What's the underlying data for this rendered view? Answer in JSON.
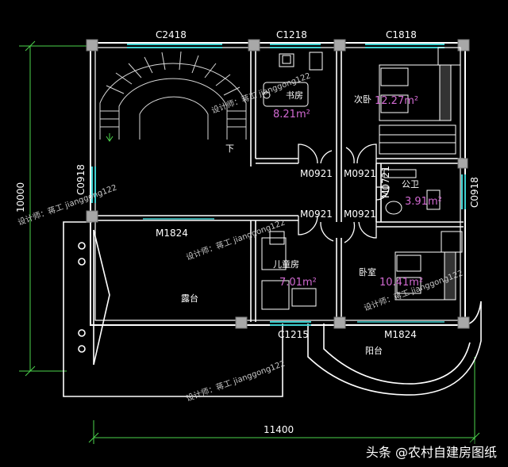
{
  "dimensions": {
    "overall_width": "11400",
    "overall_height": "10000"
  },
  "windows": {
    "top_left": "C2418",
    "top_middle": "C1218",
    "top_right": "C1818",
    "left": "C0918",
    "right": "C0918",
    "bottom": "C1215"
  },
  "doors": {
    "d1": "M0921",
    "d2": "M0921",
    "d3": "M0921",
    "d4": "M0921",
    "bath": "M0721",
    "left_sliding": "M1824",
    "right_sliding": "M1824"
  },
  "rooms": {
    "study": {
      "name": "书房",
      "area": "8.21m²"
    },
    "master_bedroom": {
      "name": "次卧",
      "area": "12.27m²"
    },
    "bath": {
      "name": "公卫",
      "area": "3.91m²"
    },
    "kids_room": {
      "name": "儿童房",
      "area": "7.01m²"
    },
    "bedroom": {
      "name": "卧室",
      "area": "10.41m²"
    },
    "terrace": {
      "name": "露台"
    },
    "balcony": {
      "name": "阳台"
    },
    "stair_down": "下"
  },
  "watermark": "设计师：蒋工 jianggong122",
  "footer": "头条 @农村自建房图纸",
  "colors": {
    "background": "#000000",
    "wall": "#ffffff",
    "dimension": "#4cd34c",
    "area": "#d26ad2",
    "window": "#3fd0d0",
    "column": "#a8a8a8"
  }
}
